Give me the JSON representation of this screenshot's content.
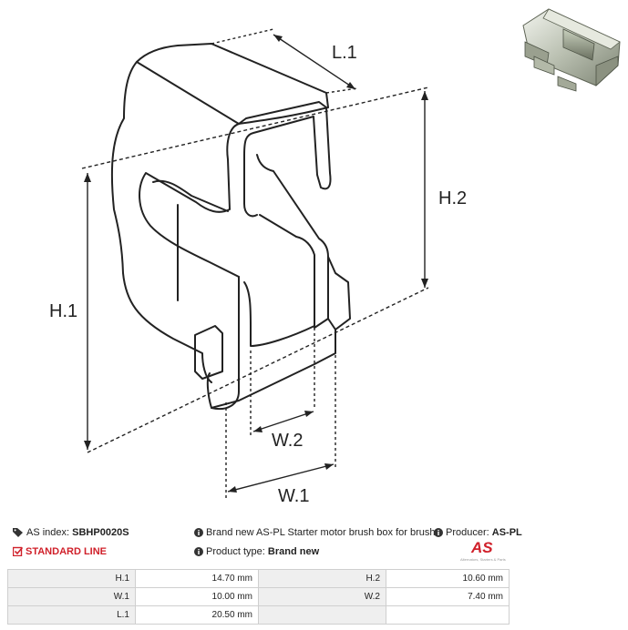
{
  "drawing": {
    "dim_labels": {
      "l1": "L.1",
      "h1": "H.1",
      "h2": "H.2",
      "w1": "W.1",
      "w2": "W.2"
    }
  },
  "photo": {
    "alt": "Brush box photo"
  },
  "info": {
    "as_index_label": "AS index:",
    "as_index_value": "SBHP0020S",
    "standard_line": "STANDARD LINE",
    "description": "Brand new AS-PL Starter motor brush box for brush holde",
    "producer_label": "Producer:",
    "producer_value": "AS-PL",
    "product_type_label": "Product type:",
    "product_type_value": "Brand new"
  },
  "brand": {
    "mark": "AS",
    "tagline": "Alternators, Starters & Parts",
    "color": "#d0202a"
  },
  "specs": {
    "rows": [
      {
        "l1": "H.1",
        "v1": "14.70 mm",
        "l2": "H.2",
        "v2": "10.60 mm"
      },
      {
        "l1": "W.1",
        "v1": "10.00 mm",
        "l2": "W.2",
        "v2": "7.40 mm"
      },
      {
        "l1": "L.1",
        "v1": "20.50 mm",
        "l2": "",
        "v2": ""
      }
    ]
  },
  "icons": [
    "tag-icon",
    "info-icon",
    "check-icon"
  ]
}
